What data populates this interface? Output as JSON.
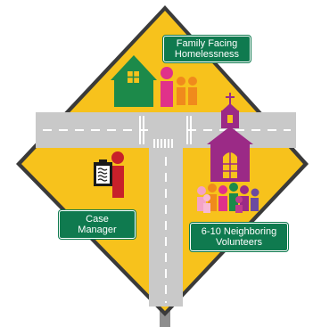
{
  "labels": {
    "family": [
      "Family Facing",
      "Homelessness"
    ],
    "case_manager": [
      "Case",
      "Manager"
    ],
    "volunteers": [
      "6-10 Neighboring",
      "Volunteers"
    ]
  },
  "colors": {
    "sign_yellow": "#f7c21c",
    "sign_border": "#3a3a3a",
    "road_gray": "#c9c9c9",
    "road_dash": "#ffffff",
    "post_gray": "#8e8e8e",
    "label_green": "#0f7a4f",
    "house_green": "#1c8a4a",
    "church_purple": "#9b2a86",
    "person_magenta": "#e0318a",
    "person_orange": "#f08a1c",
    "case_red": "#c8202a"
  },
  "icons": [
    "house-icon",
    "family-people-icon",
    "church-icon",
    "clipboard-icon",
    "case-manager-person-icon",
    "volunteers-group-icon"
  ]
}
